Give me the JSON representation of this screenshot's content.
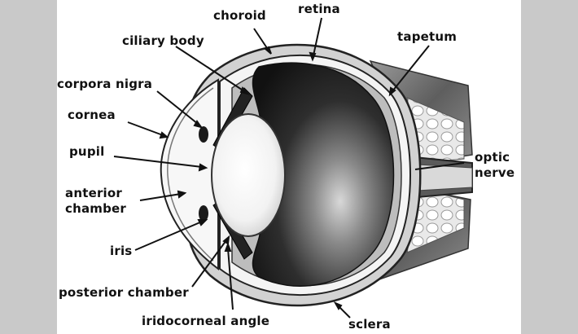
{
  "labels": {
    "choroid": "choroid",
    "retina": "retina",
    "ciliary_body": "ciliary body",
    "tapetum": "tapetum",
    "corpora_nigra": "corpora nigra",
    "cornea": "cornea",
    "pupil": "pupil",
    "optic_nerve_line1": "optic",
    "optic_nerve_line2": "nerve",
    "anterior_chamber_line1": "anterior",
    "anterior_chamber_line2": "chamber",
    "iris": "iris",
    "posterior_chamber": "posterior chamber",
    "iridocorneal_angle": "iridocorneal angle",
    "sclera": "sclera"
  }
}
